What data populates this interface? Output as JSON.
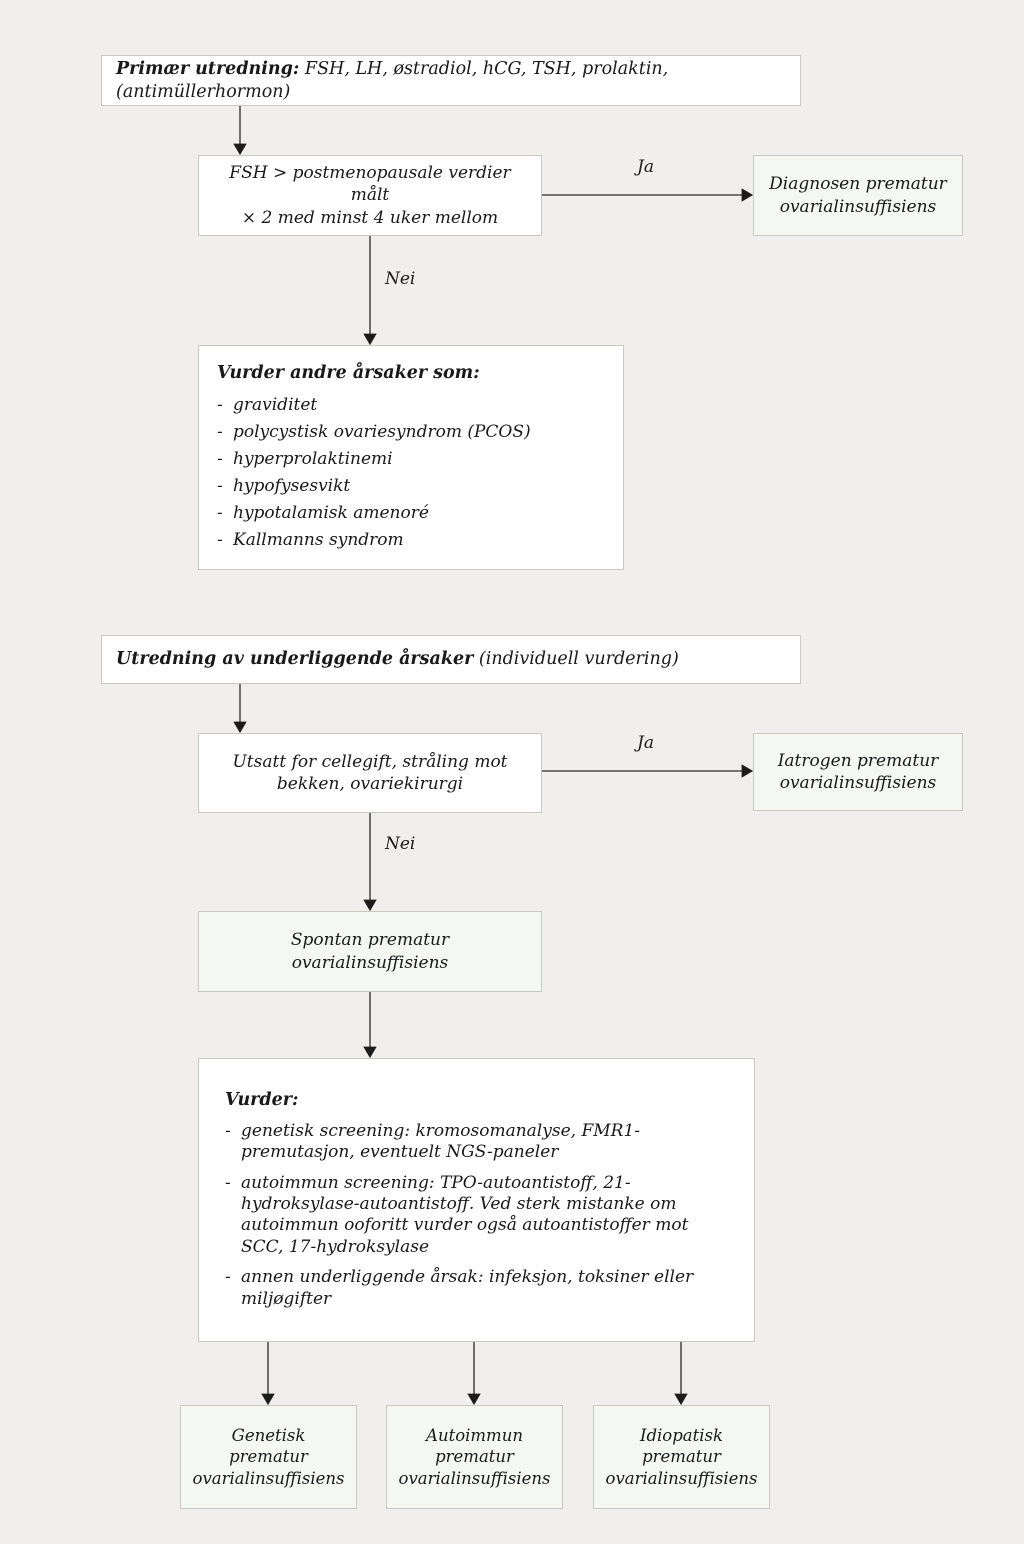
{
  "diagram": {
    "title_section_1": "Primær utredning",
    "background_color": "#f0efed",
    "box_border_color": "#c9c9c4",
    "line_color": "#4d4d4d"
  },
  "section1": {
    "header": {
      "bold_label": "Primær utredning:",
      "rest": " FSH, LH, østradiol, hCG, TSH, prolaktin, (antimüllerhormon)"
    },
    "decision": {
      "line1": "FSH > postmenopausale verdier målt",
      "line2": "× 2 med minst 4 uker mellom"
    },
    "yes_label": "Ja",
    "no_label": "Nei",
    "outcome_yes": {
      "line1": "Diagnosen prematur",
      "line2": "ovarialinsuffisiens"
    },
    "causes": {
      "title": "Vurder andre årsaker som:",
      "items": [
        "graviditet",
        "polycystisk ovariesyndrom (PCOS)",
        "hyperprolaktinemi",
        "hypofysesvikt",
        "hypotalamisk amenoré",
        "Kallmanns syndrom"
      ],
      "bullet": "-"
    }
  },
  "section2": {
    "header": {
      "bold_label": "Utredning av underliggende årsaker",
      "rest": " (individuell vurdering)"
    },
    "decision": {
      "line1": "Utsatt for cellegift, stråling mot",
      "line2": "bekken, ovariekirurgi"
    },
    "yes_label": "Ja",
    "no_label": "Nei",
    "outcome_yes": {
      "line1": "Iatrogen prematur",
      "line2": "ovarialinsuffisiens"
    },
    "spontaneous": "Spontan prematur ovarialinsuffisiens",
    "consider": {
      "title": "Vurder:",
      "bullet": "-",
      "items": [
        "genetisk screening: kromosomanalyse, FMR1-premutasjon, eventuelt NGS-paneler",
        "autoimmun screening: TPO-autoantistoff, 21-hydroksylase-autoantistoff. Ved sterk mistanke om autoimmun ooforitt vurder også autoantistoffer mot SCC, 17-hydroksylase",
        "annen underliggende årsak: infeksjon, toksiner eller miljøgifter"
      ]
    },
    "outcomes": [
      {
        "line1": "Genetisk",
        "line2": "prematur",
        "line3": "ovarialinsuffisiens"
      },
      {
        "line1": "Autoimmun",
        "line2": "prematur",
        "line3": "ovarialinsuffisiens"
      },
      {
        "line1": "Idiopatisk",
        "line2": "prematur",
        "line3": "ovarialinsuffisiens"
      }
    ]
  }
}
